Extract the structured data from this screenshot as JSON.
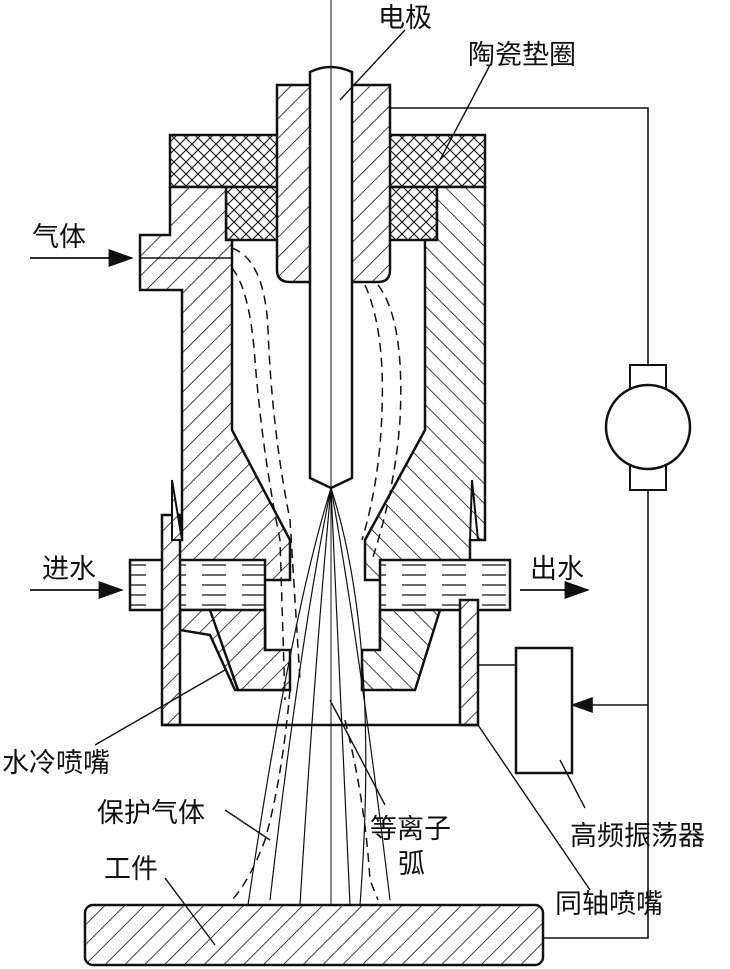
{
  "labels": {
    "electrode": "电极",
    "ceramic_washer": "陶瓷垫圈",
    "gas": "气体",
    "water_in": "进水",
    "water_out": "出水",
    "water_cooled_nozzle": "水冷喷嘴",
    "shield_gas": "保护气体",
    "plasma_arc_line1": "等离子",
    "plasma_arc_line2": "弧",
    "workpiece": "工件",
    "hf_oscillator": "高频振荡器",
    "coaxial_nozzle": "同轴喷嘴"
  },
  "colors": {
    "stroke": "#111111",
    "background": "#ffffff"
  }
}
